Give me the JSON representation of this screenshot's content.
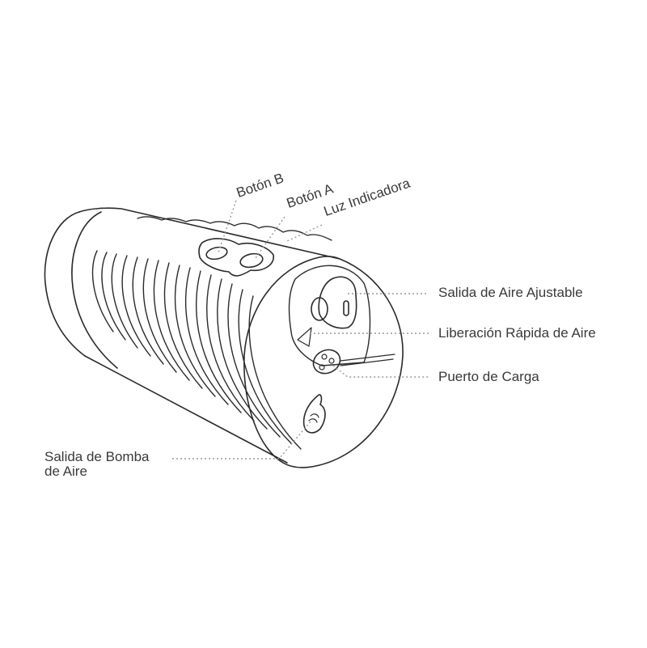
{
  "diagram": {
    "type": "product-component-callout",
    "subject": "cylindrical device line drawing",
    "line_color": "#2a2a2a",
    "leader_color": "#9a9a9a",
    "text_color": "#3a3a3a"
  },
  "labels": {
    "top": [
      {
        "id": "boton-b",
        "text": "Botón B"
      },
      {
        "id": "boton-a",
        "text": "Botón A"
      },
      {
        "id": "luz-indicadora",
        "text": "Luz Indicadora"
      }
    ],
    "right": [
      {
        "id": "salida-aire-ajustable",
        "text": "Salida de Aire Ajustable"
      },
      {
        "id": "liberacion-rapida",
        "text": "Liberación Rápida de Aire"
      },
      {
        "id": "puerto-carga",
        "text": "Puerto de Carga"
      }
    ],
    "left": {
      "id": "salida-bomba-aire",
      "line1": "Salida de Bomba",
      "line2": "de Aire"
    }
  }
}
